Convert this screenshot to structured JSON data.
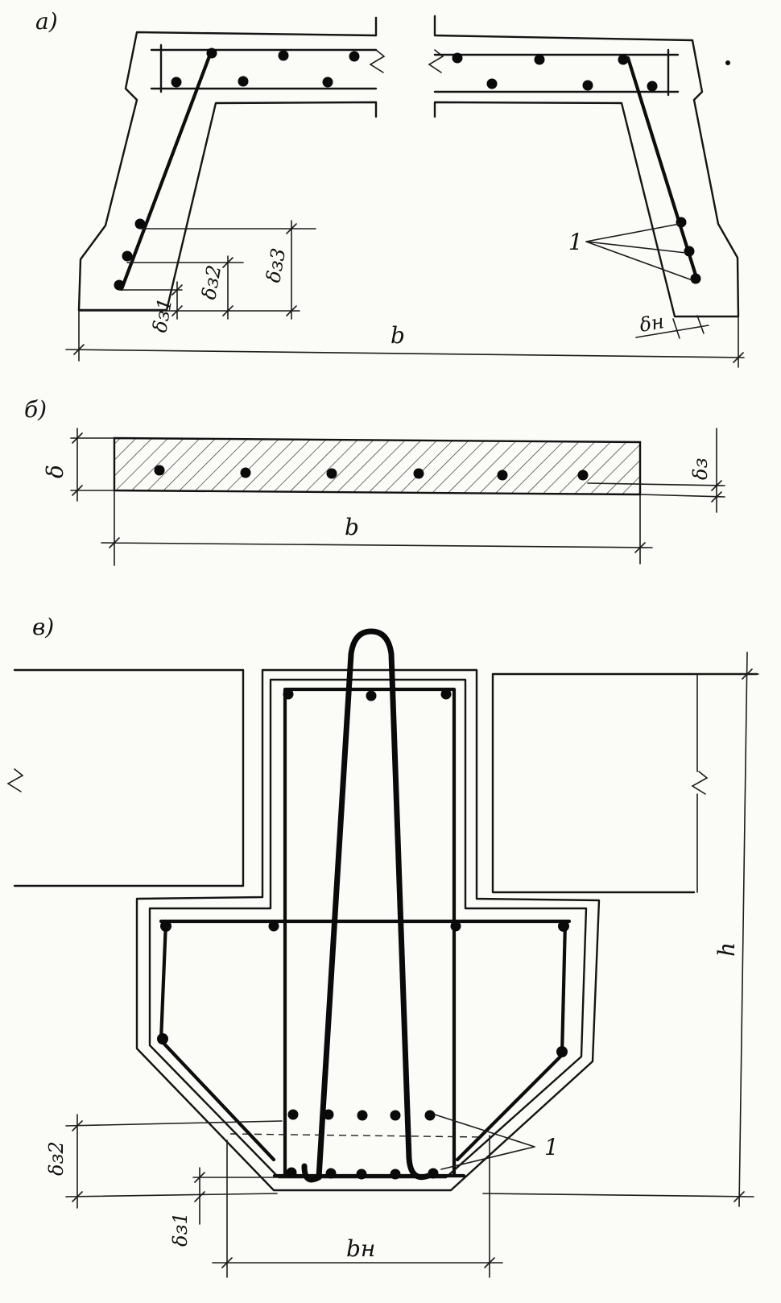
{
  "panels": {
    "a": {
      "label": "а)",
      "dims": {
        "width": "b",
        "cover_1": "δз1",
        "cover_2": "δз2",
        "cover_3": "δз3",
        "side_cover": "δн"
      },
      "callout": "1"
    },
    "b": {
      "label": "б)",
      "dims": {
        "thickness": "δ",
        "cover": "δз",
        "width": "b"
      }
    },
    "c": {
      "label": "в)",
      "dims": {
        "height": "h",
        "cover_1": "δз1",
        "cover_2": "δз2",
        "width": "bн"
      },
      "callout": "1"
    }
  }
}
